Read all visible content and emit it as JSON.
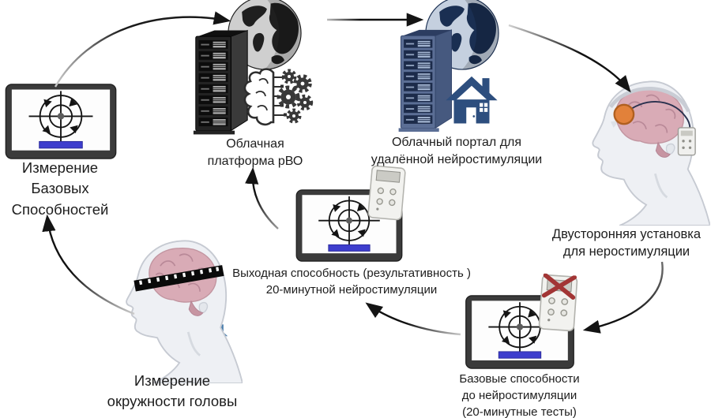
{
  "diagram": {
    "nodes": [
      {
        "id": "baseline-ability-tablet",
        "lines": [
          "Измерение",
          "Базовых",
          "Способностей"
        ]
      },
      {
        "id": "cloud-platform",
        "lines": [
          "Облачная",
          "платформа рВО"
        ]
      },
      {
        "id": "cloud-portal",
        "lines": [
          "Облачный портал для",
          "удалённой нейростимуляции"
        ]
      },
      {
        "id": "bilateral-stimulation-setup",
        "lines": [
          "Двусторонняя установка",
          "для неростимуляции"
        ]
      },
      {
        "id": "output-ability",
        "lines": [
          "Выходная способность (результативность )",
          "20-минутной нейростимуляции"
        ]
      },
      {
        "id": "pre-stimulation-abilities",
        "lines": [
          "Базовые способности",
          "до нейростимуляции",
          "(20-минутные тесты)"
        ]
      },
      {
        "id": "head-circumference",
        "lines": [
          "Измерение",
          "окружности головы"
        ]
      }
    ],
    "colors": {
      "progress_bar": "#3e3ecd",
      "house_steel_blue": "#4e80ae",
      "house_navy": "#2d4e7e",
      "server_blue": "#5b6e95",
      "globe_navy": "#1a2f52",
      "electrode_orange": "#e2813a",
      "cross_red": "#a23535",
      "brain_pink": "#d9abb6",
      "arrow": "#141414"
    }
  }
}
